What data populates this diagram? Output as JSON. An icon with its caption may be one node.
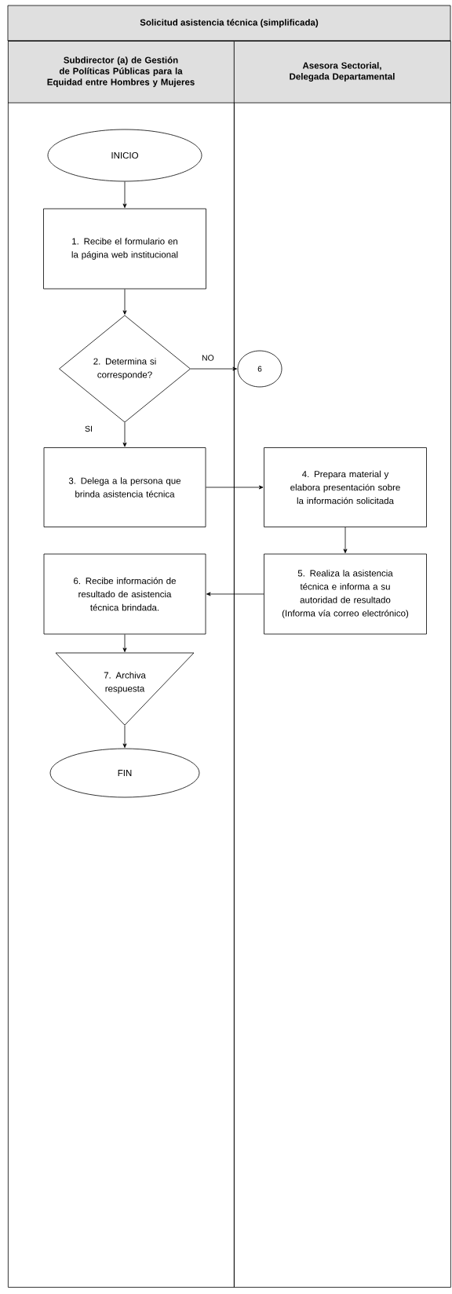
{
  "diagram": {
    "title": "Solicitud asistencia técnica (simplificada)",
    "nodes": [
      {
        "text": [
          "Subdirector (a) de Gestión de Políticas Públicas para la Equidad entre Hombres y Mujeres"
        ]
      },
      {
        "text": [
          "Asesora Sectorial, Delegada Departamental"
        ]
      },
      {
        "text": [
          "INICIO"
        ],
        "in": 0
      },
      {
        "text": [
          "1. Recibe el formulario en la página web institucional"
        ],
        "in": 0
      },
      {
        "text": [
          "2. Determina si corresponde?"
        ],
        "in": 0
      },
      {
        "text": [
          "6"
        ],
        "in": 1
      },
      {
        "text": [
          "3. Delega a la persona que brinda asistencia técnica"
        ],
        "in": 0
      },
      {
        "text": [
          "4. Prepara material y elabora presentación sobre la información solicitada"
        ],
        "in": 1
      },
      {
        "text": [
          "5. Realiza la asistencia técnica e informa a su autoridad de resultado (Informa vía correo electrónico)"
        ],
        "in": 1
      },
      {
        "text": [
          "6. Recibe información de resultado de asistencia técnica brindada."
        ],
        "in": 0
      },
      {
        "text": [
          "7. Archiva respuesta"
        ],
        "in": 0
      },
      {
        "text": [
          "FIN"
        ],
        "in": 0
      }
    ],
    "edges": [
      {
        "from": 2,
        "to": 3,
        "arrow": "to"
      },
      {
        "from": 3,
        "to": 4,
        "arrow": "to"
      },
      {
        "from": 4,
        "to": 5,
        "arrow": "to",
        "label": "NO"
      },
      {
        "from": 4,
        "to": 6,
        "arrow": "to",
        "label": "SI"
      },
      {
        "from": 6,
        "to": 7,
        "arrow": "to"
      },
      {
        "from": 7,
        "to": 8,
        "arrow": "to"
      },
      {
        "from": 8,
        "to": 9,
        "arrow": "to"
      },
      {
        "from": 9,
        "to": 10,
        "arrow": "to"
      },
      {
        "from": 10,
        "to": 11,
        "arrow": "to"
      }
    ]
  }
}
